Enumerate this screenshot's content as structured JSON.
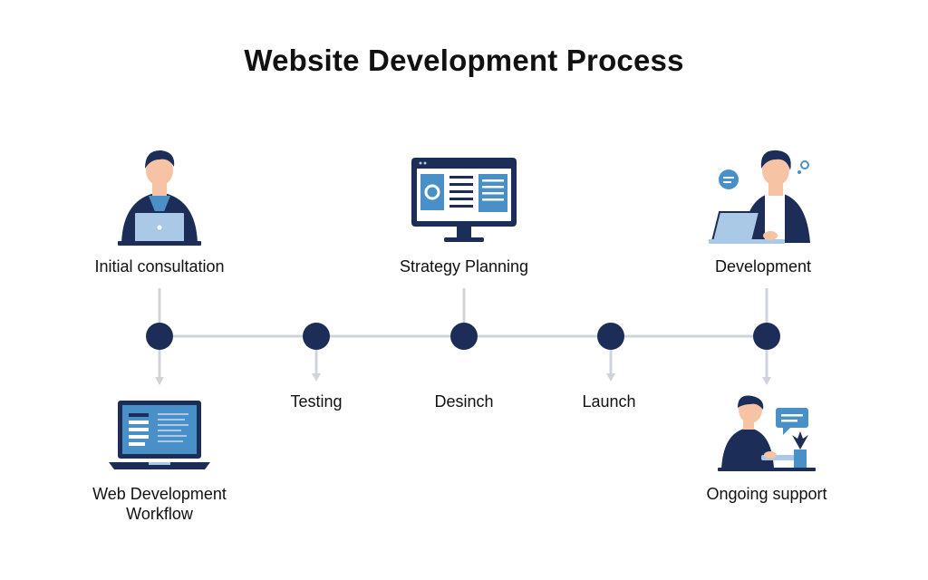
{
  "title": "Website Development Process",
  "top_steps": [
    {
      "label": "Initial consultation",
      "icon": "person-laptop-icon"
    },
    {
      "label": "Strategy Planning",
      "icon": "monitor-icon"
    },
    {
      "label": "Development",
      "icon": "developer-chat-icon"
    }
  ],
  "mid_steps": [
    "Testing",
    "Desinch",
    "Launch"
  ],
  "bottom_steps": [
    {
      "label": "Web Development\nWorkflow",
      "icon": "laptop-code-icon"
    },
    {
      "label": "Ongoing support",
      "icon": "support-agent-icon"
    }
  ],
  "colors": {
    "navy": "#1c2e57",
    "blue": "#4a90c8",
    "light_blue": "#a9c9e6",
    "line": "#cfd4da",
    "skin": "#f6c3a4"
  }
}
